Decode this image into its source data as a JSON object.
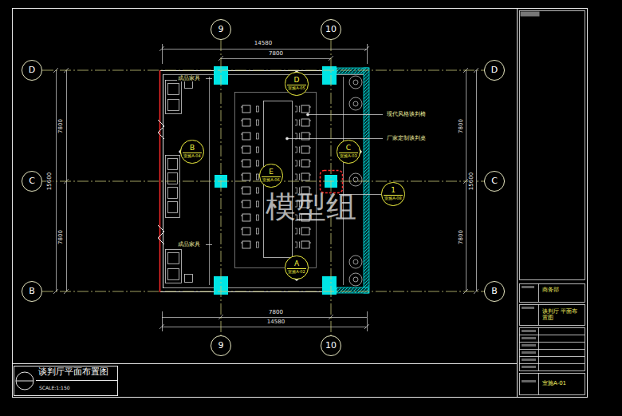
{
  "diagram": {
    "title": "谈判厅平面布置图",
    "nodes": [
      {
        "text": [
          "9"
        ]
      },
      {
        "text": [
          "10"
        ]
      },
      {
        "text": [
          "D"
        ]
      },
      {
        "text": [
          "D"
        ]
      },
      {
        "text": [
          "D",
          "室施A-05"
        ]
      },
      {
        "text": [
          "B",
          "室施A-04"
        ]
      },
      {
        "text": [
          "C",
          "室施A-03"
        ]
      },
      {
        "text": [
          "E",
          "室施A-06"
        ]
      },
      {
        "text": [
          "C"
        ]
      },
      {
        "text": [
          "C"
        ]
      },
      {
        "text": [
          "1",
          "室施A-08"
        ]
      },
      {
        "text": [
          "A",
          "室施A-02"
        ]
      },
      {
        "text": [
          "B"
        ]
      },
      {
        "text": [
          "B"
        ]
      },
      {
        "text": [
          "9"
        ]
      },
      {
        "text": [
          "10"
        ]
      }
    ],
    "edges": [
      {
        "from": 0,
        "to": 14,
        "arrow": "none"
      },
      {
        "from": 1,
        "to": 15,
        "arrow": "none"
      },
      {
        "from": 2,
        "to": 3,
        "arrow": "none"
      },
      {
        "from": 8,
        "to": 9,
        "arrow": "none"
      },
      {
        "from": 12,
        "to": 13,
        "arrow": "none"
      }
    ],
    "labels": [
      "14580",
      "7800",
      "7800",
      "15600",
      "7800",
      "7800",
      "15600",
      "7800",
      "成品家具",
      "现代风格谈判椅",
      "厂家定制谈判桌",
      "模型组",
      "成品家具",
      "7800",
      "14580",
      "SCALE:1:150",
      "商务部",
      "谈判厅 平面布置图",
      "室施A-01"
    ]
  }
}
